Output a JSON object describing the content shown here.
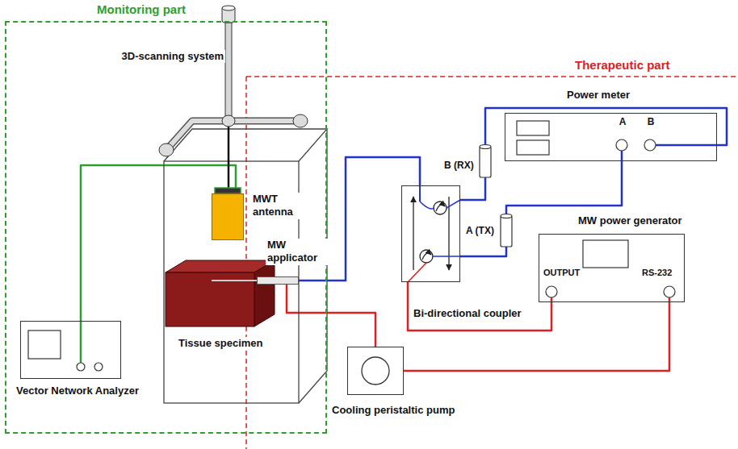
{
  "diagram": {
    "nodes": [
      {
        "text": [
          "Monitoring part"
        ]
      },
      {
        "text": [
          "Vector Network Analyzer"
        ],
        "in": 0
      },
      {
        "text": [
          "MWT antenna"
        ],
        "in": 0
      },
      {
        "text": [
          "Tissue specimen"
        ],
        "in": 0
      },
      {
        "text": [
          "MW applicator"
        ]
      },
      {
        "text": [
          "Bi-directional coupler"
        ]
      },
      {
        "text": [
          "Power meter",
          "A",
          "B"
        ]
      },
      {
        "text": [
          "MW power generator",
          "OUTPUT",
          "RS-232"
        ]
      },
      {
        "text": [
          "Cooling peristaltic pump"
        ]
      }
    ],
    "edges": [
      {
        "from": 1,
        "to": 2,
        "arrow": "none"
      },
      {
        "from": 4,
        "to": 5,
        "arrow": "none"
      },
      {
        "from": 5,
        "to": 6,
        "label": "B (RX)",
        "arrow": "none"
      },
      {
        "from": 5,
        "to": 6,
        "label": "A (TX)",
        "arrow": "none"
      },
      {
        "from": 7,
        "to": 5,
        "arrow": "none"
      },
      {
        "from": 4,
        "to": 8,
        "arrow": "none"
      },
      {
        "from": 8,
        "to": 7,
        "arrow": "none"
      }
    ],
    "labels": [
      "3D-scanning system",
      "Therapeutic part"
    ]
  }
}
